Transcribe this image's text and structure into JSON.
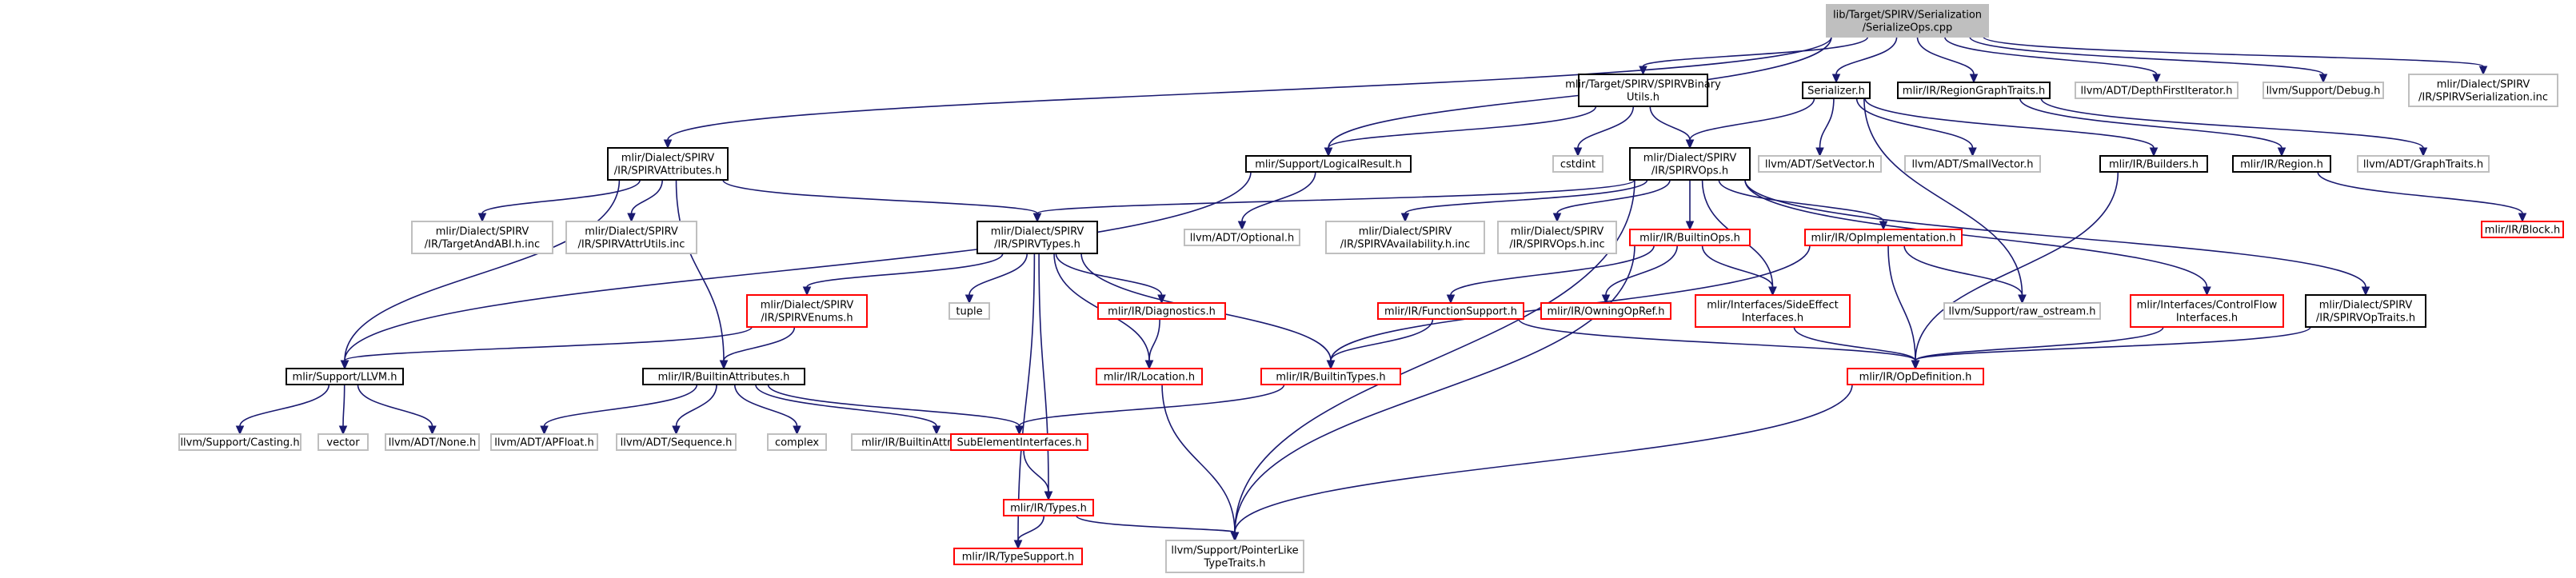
{
  "colors": {
    "edge": "#191970",
    "root_fill": "#bfbfbf",
    "border_documented": "#000000",
    "border_undocumented": "#bfbfbf",
    "border_truncated": "#ff0000"
  },
  "nodes": [
    {
      "id": "root",
      "lines": [
        "lib/Target/SPIRV/Serialization",
        "/SerializeOps.cpp"
      ],
      "kind": "root"
    },
    {
      "id": "binaryutils",
      "lines": [
        "mlir/Target/SPIRV/SPIRVBinary",
        "Utils.h"
      ],
      "kind": "documented"
    },
    {
      "id": "serializer",
      "lines": [
        "Serializer.h"
      ],
      "kind": "documented"
    },
    {
      "id": "regiongraphtraits",
      "lines": [
        "mlir/IR/RegionGraphTraits.h"
      ],
      "kind": "documented"
    },
    {
      "id": "depthfirst",
      "lines": [
        "llvm/ADT/DepthFirstIterator.h"
      ],
      "kind": "external"
    },
    {
      "id": "debug",
      "lines": [
        "llvm/Support/Debug.h"
      ],
      "kind": "external"
    },
    {
      "id": "serialization_inc",
      "lines": [
        "mlir/Dialect/SPIRV",
        "/IR/SPIRVSerialization.inc"
      ],
      "kind": "external"
    },
    {
      "id": "spirvattributes",
      "lines": [
        "mlir/Dialect/SPIRV",
        "/IR/SPIRVAttributes.h"
      ],
      "kind": "documented"
    },
    {
      "id": "logicalresult",
      "lines": [
        "mlir/Support/LogicalResult.h"
      ],
      "kind": "documented"
    },
    {
      "id": "cstdint",
      "lines": [
        "cstdint"
      ],
      "kind": "external"
    },
    {
      "id": "spirvops",
      "lines": [
        "mlir/Dialect/SPIRV",
        "/IR/SPIRVOps.h"
      ],
      "kind": "documented"
    },
    {
      "id": "setvector",
      "lines": [
        "llvm/ADT/SetVector.h"
      ],
      "kind": "external"
    },
    {
      "id": "smallvector",
      "lines": [
        "llvm/ADT/SmallVector.h"
      ],
      "kind": "external"
    },
    {
      "id": "builders",
      "lines": [
        "mlir/IR/Builders.h"
      ],
      "kind": "documented"
    },
    {
      "id": "region",
      "lines": [
        "mlir/IR/Region.h"
      ],
      "kind": "documented"
    },
    {
      "id": "graphtraits",
      "lines": [
        "llvm/ADT/GraphTraits.h"
      ],
      "kind": "external"
    },
    {
      "id": "block",
      "lines": [
        "mlir/IR/Block.h"
      ],
      "kind": "truncated"
    },
    {
      "id": "targetandabi",
      "lines": [
        "mlir/Dialect/SPIRV",
        "/IR/TargetAndABI.h.inc"
      ],
      "kind": "external"
    },
    {
      "id": "attrutils",
      "lines": [
        "mlir/Dialect/SPIRV",
        "/IR/SPIRVAttrUtils.inc"
      ],
      "kind": "external"
    },
    {
      "id": "spirvtypes",
      "lines": [
        "mlir/Dialect/SPIRV",
        "/IR/SPIRVTypes.h"
      ],
      "kind": "documented"
    },
    {
      "id": "optional",
      "lines": [
        "llvm/ADT/Optional.h"
      ],
      "kind": "external"
    },
    {
      "id": "availability",
      "lines": [
        "mlir/Dialect/SPIRV",
        "/IR/SPIRVAvailability.h.inc"
      ],
      "kind": "external"
    },
    {
      "id": "opsinc",
      "lines": [
        "mlir/Dialect/SPIRV",
        "/IR/SPIRVOps.h.inc"
      ],
      "kind": "external"
    },
    {
      "id": "builtinops",
      "lines": [
        "mlir/IR/BuiltinOps.h"
      ],
      "kind": "truncated"
    },
    {
      "id": "opimplementation",
      "lines": [
        "mlir/IR/OpImplementation.h"
      ],
      "kind": "truncated"
    },
    {
      "id": "spirvenums",
      "lines": [
        "mlir/Dialect/SPIRV",
        "/IR/SPIRVEnums.h"
      ],
      "kind": "truncated"
    },
    {
      "id": "tuple",
      "lines": [
        "tuple"
      ],
      "kind": "external"
    },
    {
      "id": "diagnostics",
      "lines": [
        "mlir/IR/Diagnostics.h"
      ],
      "kind": "truncated"
    },
    {
      "id": "functionsupport",
      "lines": [
        "mlir/IR/FunctionSupport.h"
      ],
      "kind": "truncated"
    },
    {
      "id": "owningopref",
      "lines": [
        "mlir/IR/OwningOpRef.h"
      ],
      "kind": "truncated"
    },
    {
      "id": "sideeffect",
      "lines": [
        "mlir/Interfaces/SideEffect",
        "Interfaces.h"
      ],
      "kind": "truncated"
    },
    {
      "id": "rawostream",
      "lines": [
        "llvm/Support/raw_ostream.h"
      ],
      "kind": "external"
    },
    {
      "id": "controlflow",
      "lines": [
        "mlir/Interfaces/ControlFlow",
        "Interfaces.h"
      ],
      "kind": "truncated"
    },
    {
      "id": "spirvoptraits",
      "lines": [
        "mlir/Dialect/SPIRV",
        "/IR/SPIRVOpTraits.h"
      ],
      "kind": "documented"
    },
    {
      "id": "llvm",
      "lines": [
        "mlir/Support/LLVM.h"
      ],
      "kind": "documented"
    },
    {
      "id": "builtinattributes",
      "lines": [
        "mlir/IR/BuiltinAttributes.h"
      ],
      "kind": "documented"
    },
    {
      "id": "location",
      "lines": [
        "mlir/IR/Location.h"
      ],
      "kind": "truncated"
    },
    {
      "id": "builtintypes",
      "lines": [
        "mlir/IR/BuiltinTypes.h"
      ],
      "kind": "truncated"
    },
    {
      "id": "opdefinition",
      "lines": [
        "mlir/IR/OpDefinition.h"
      ],
      "kind": "truncated"
    },
    {
      "id": "casting",
      "lines": [
        "llvm/Support/Casting.h"
      ],
      "kind": "external"
    },
    {
      "id": "vector",
      "lines": [
        "vector"
      ],
      "kind": "external"
    },
    {
      "id": "none",
      "lines": [
        "llvm/ADT/None.h"
      ],
      "kind": "external"
    },
    {
      "id": "apfloat",
      "lines": [
        "llvm/ADT/APFloat.h"
      ],
      "kind": "external"
    },
    {
      "id": "sequence",
      "lines": [
        "llvm/ADT/Sequence.h"
      ],
      "kind": "external"
    },
    {
      "id": "complex",
      "lines": [
        "complex"
      ],
      "kind": "external"
    },
    {
      "id": "builtinattributes_inc",
      "lines": [
        "mlir/IR/BuiltinAttributes.h.inc"
      ],
      "kind": "external"
    },
    {
      "id": "subelement",
      "lines": [
        "SubElementInterfaces.h"
      ],
      "kind": "truncated"
    },
    {
      "id": "types",
      "lines": [
        "mlir/IR/Types.h"
      ],
      "kind": "truncated"
    },
    {
      "id": "typesupport",
      "lines": [
        "mlir/IR/TypeSupport.h"
      ],
      "kind": "truncated"
    },
    {
      "id": "pointerlike",
      "lines": [
        "llvm/Support/PointerLike",
        "TypeTraits.h"
      ],
      "kind": "external"
    }
  ],
  "edges": [
    [
      "root",
      "binaryutils"
    ],
    [
      "root",
      "serializer"
    ],
    [
      "root",
      "regiongraphtraits"
    ],
    [
      "root",
      "depthfirst"
    ],
    [
      "root",
      "debug"
    ],
    [
      "root",
      "serialization_inc"
    ],
    [
      "root",
      "spirvattributes"
    ],
    [
      "root",
      "logicalresult"
    ],
    [
      "binaryutils",
      "logicalresult"
    ],
    [
      "binaryutils",
      "cstdint"
    ],
    [
      "binaryutils",
      "spirvops"
    ],
    [
      "serializer",
      "spirvops"
    ],
    [
      "serializer",
      "setvector"
    ],
    [
      "serializer",
      "smallvector"
    ],
    [
      "serializer",
      "builders"
    ],
    [
      "serializer",
      "rawostream"
    ],
    [
      "regiongraphtraits",
      "region"
    ],
    [
      "regiongraphtraits",
      "graphtraits"
    ],
    [
      "region",
      "block"
    ],
    [
      "spirvattributes",
      "targetandabi"
    ],
    [
      "spirvattributes",
      "attrutils"
    ],
    [
      "spirvattributes",
      "spirvtypes"
    ],
    [
      "spirvattributes",
      "llvm"
    ],
    [
      "spirvattributes",
      "builtinattributes"
    ],
    [
      "logicalresult",
      "optional"
    ],
    [
      "logicalresult",
      "llvm"
    ],
    [
      "spirvops",
      "spirvtypes"
    ],
    [
      "spirvops",
      "availability"
    ],
    [
      "spirvops",
      "opsinc"
    ],
    [
      "spirvops",
      "builtinops"
    ],
    [
      "spirvops",
      "opimplementation"
    ],
    [
      "spirvops",
      "sideeffect"
    ],
    [
      "spirvops",
      "controlflow"
    ],
    [
      "spirvops",
      "spirvoptraits"
    ],
    [
      "spirvops",
      "pointerlike"
    ],
    [
      "builders",
      "opdefinition"
    ],
    [
      "spirvtypes",
      "spirvenums"
    ],
    [
      "spirvtypes",
      "tuple"
    ],
    [
      "spirvtypes",
      "diagnostics"
    ],
    [
      "spirvtypes",
      "location"
    ],
    [
      "spirvtypes",
      "builtintypes"
    ],
    [
      "spirvtypes",
      "types"
    ],
    [
      "spirvtypes",
      "typesupport"
    ],
    [
      "spirvenums",
      "llvm"
    ],
    [
      "spirvenums",
      "builtinattributes"
    ],
    [
      "diagnostics",
      "location"
    ],
    [
      "builtinops",
      "functionsupport"
    ],
    [
      "builtinops",
      "owningopref"
    ],
    [
      "builtinops",
      "sideeffect"
    ],
    [
      "builtinops",
      "pointerlike"
    ],
    [
      "opimplementation",
      "rawostream"
    ],
    [
      "opimplementation",
      "opdefinition"
    ],
    [
      "opimplementation",
      "builtintypes"
    ],
    [
      "functionsupport",
      "builtintypes"
    ],
    [
      "functionsupport",
      "opdefinition"
    ],
    [
      "sideeffect",
      "opdefinition"
    ],
    [
      "controlflow",
      "opdefinition"
    ],
    [
      "spirvoptraits",
      "opdefinition"
    ],
    [
      "llvm",
      "casting"
    ],
    [
      "llvm",
      "vector"
    ],
    [
      "llvm",
      "none"
    ],
    [
      "builtinattributes",
      "apfloat"
    ],
    [
      "builtinattributes",
      "sequence"
    ],
    [
      "builtinattributes",
      "complex"
    ],
    [
      "builtinattributes",
      "builtinattributes_inc"
    ],
    [
      "builtinattributes",
      "subelement"
    ],
    [
      "location",
      "pointerlike"
    ],
    [
      "builtintypes",
      "subelement"
    ],
    [
      "subelement",
      "types"
    ],
    [
      "types",
      "typesupport"
    ],
    [
      "types",
      "pointerlike"
    ],
    [
      "opdefinition",
      "pointerlike"
    ]
  ]
}
